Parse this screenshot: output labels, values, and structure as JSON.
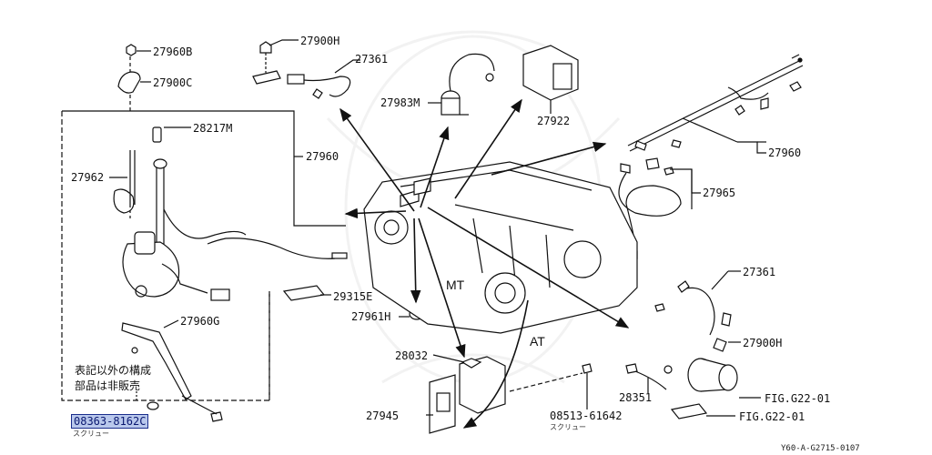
{
  "diagram": {
    "part_numbers": {
      "p27960B": "27960B",
      "p27900C": "27900C",
      "p28217M": "28217M",
      "p27962": "27962",
      "p27960_left": "27960",
      "p29315E": "29315E",
      "p27960G": "27960G",
      "p27961H": "27961H",
      "p27900H_top": "27900H",
      "p27361_top": "27361",
      "p27983M": "27983M",
      "p27922": "27922",
      "p27960_right": "27960",
      "p27965": "27965",
      "p27361_right": "27361",
      "p27900H_right": "27900H",
      "p28032": "28032",
      "p28351": "28351",
      "p27945": "27945",
      "p08513": "08513-61642",
      "p08363": "08363-8162C"
    },
    "labels": {
      "mt": "MT",
      "at": "AT",
      "fig_a": "FIG.G22-01",
      "fig_b": "FIG.G22-01"
    },
    "notes": {
      "note_line1": "表記以外の構成",
      "note_line2": "部品は非販売",
      "screw_1": "スクリュー",
      "screw_2": "スクリュー"
    },
    "code": "Y60-A-G2715-0107"
  }
}
